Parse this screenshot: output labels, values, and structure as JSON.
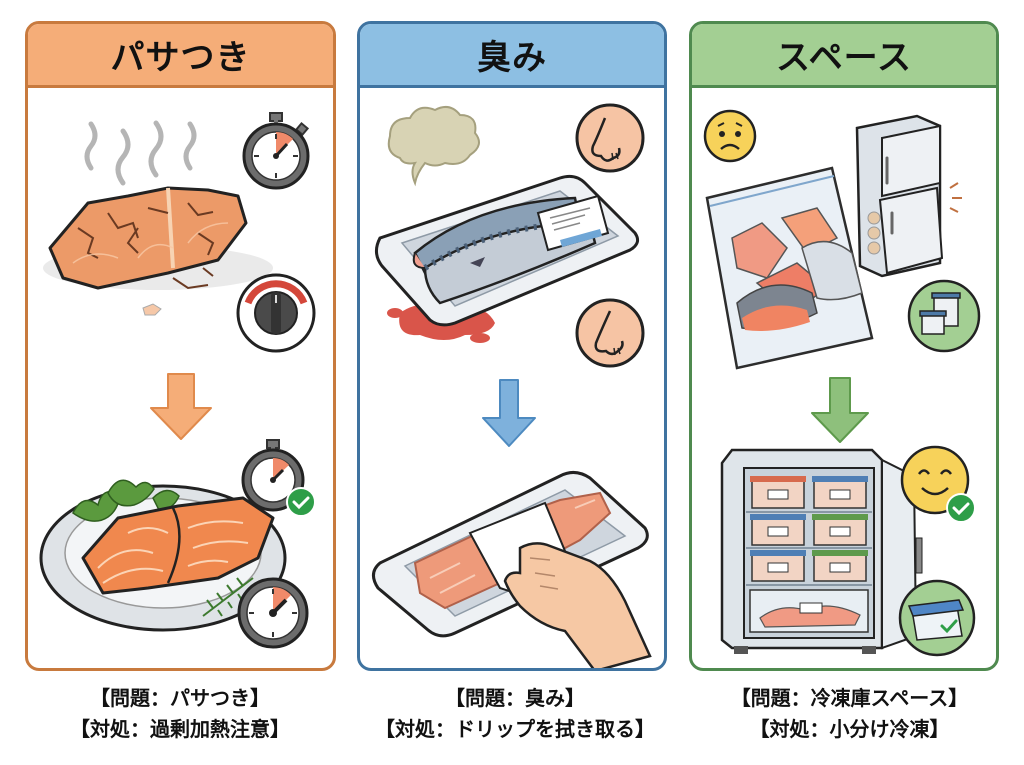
{
  "panels": [
    {
      "id": "dryness",
      "title": "パサつき",
      "accent_color": "#f5ad78",
      "border_color": "#c87a3e",
      "problem_illustration": [
        "steam",
        "cracked-dry-salmon-fillet",
        "stopwatch-overtime",
        "stove-knob-high-heat"
      ],
      "solution_illustration": [
        "moist-salmon-on-plate",
        "parsley",
        "rosemary",
        "stopwatch-check",
        "timer"
      ],
      "caption": {
        "problem": "【問題：パサつき】",
        "solution": "【対処：過剰加熱注意】"
      }
    },
    {
      "id": "odor",
      "title": "臭み",
      "accent_color": "#8dbfe3",
      "border_color": "#3f73a0",
      "problem_illustration": [
        "odor-cloud",
        "mackerel-in-tray",
        "price-label",
        "drip-puddle",
        "nose",
        "nose"
      ],
      "solution_illustration": [
        "salmon-in-tray",
        "paper-towel",
        "hand-wiping"
      ],
      "caption": {
        "problem": "【問題：臭み】",
        "solution": "【対処：ドリップを拭き取る】"
      }
    },
    {
      "id": "space",
      "title": "スペース",
      "accent_color": "#a3cf93",
      "border_color": "#4f8a4f",
      "problem_illustration": [
        "worried-face",
        "bag-of-salmon-pieces",
        "overstuffed-fridge",
        "containers-badge"
      ],
      "solution_illustration": [
        "organized-freezer",
        "labeled-containers",
        "happy-face-check",
        "container-check-badge"
      ],
      "caption": {
        "problem": "【問題：冷凍庫スペース】",
        "solution": "【対処：小分け冷凍】"
      }
    }
  ]
}
